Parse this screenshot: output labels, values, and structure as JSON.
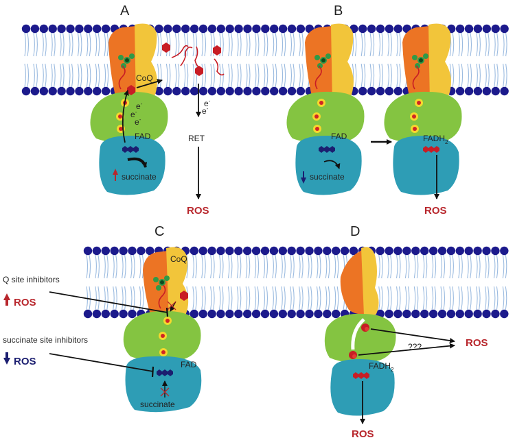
{
  "panels": {
    "a": {
      "letter": "A",
      "coq": "CoQ",
      "fad": "FAD",
      "succinate": "succinate",
      "electron": "e",
      "electron_charge": "-",
      "ret": "RET",
      "ros": "ROS"
    },
    "b": {
      "letter": "B",
      "fad": "FAD",
      "succinate": "succinate",
      "fadh": "FADH",
      "fadh_sub": "2",
      "ros": "ROS"
    },
    "c": {
      "letter": "C",
      "coq": "CoQ",
      "fad": "FAD",
      "succinate": "succinate",
      "q_inhibitors": "Q site inhibitors",
      "q_ros": "ROS",
      "succ_inhibitors": "succinate site inhibitors",
      "succ_ros": "ROS"
    },
    "d": {
      "letter": "D",
      "fadh": "FADH",
      "fadh_sub": "2",
      "unknown": "???",
      "ros_right": "ROS",
      "ros_bottom": "ROS"
    }
  },
  "colors": {
    "bead": "#1c1a8c",
    "tail": "#9bbbe0",
    "orange": "#ec7424",
    "yellow": "#f2c53a",
    "green": "#84c441",
    "teal": "#2e9db5",
    "fad": "#1b1e70",
    "red": "#c81d25",
    "ros": "#b8262c",
    "up_arrow": "#b8262c",
    "down_arrow": "#1b1e70"
  }
}
